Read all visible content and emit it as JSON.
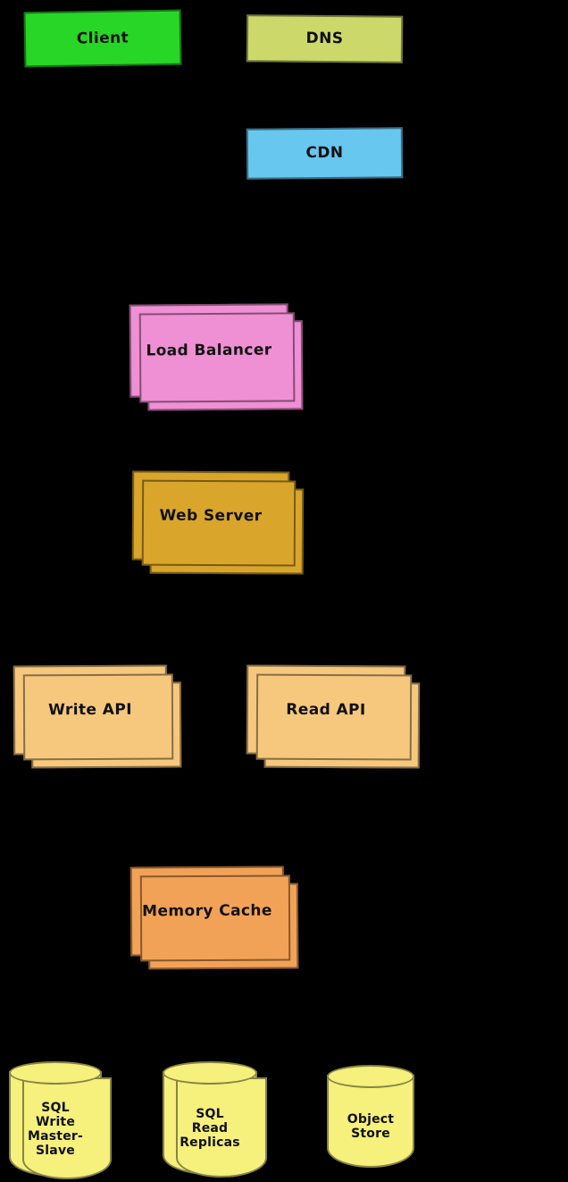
{
  "diagram": {
    "background": "#000000",
    "nodes": {
      "client": {
        "label": "Client",
        "color": "#28d628"
      },
      "dns": {
        "label": "DNS",
        "color": "#ccd96a"
      },
      "cdn": {
        "label": "CDN",
        "color": "#68c7ef"
      },
      "load_balancer": {
        "label": "Load Balancer",
        "color": "#ef8fd4"
      },
      "web_server": {
        "label": "Web Server",
        "color": "#d9a62b"
      },
      "write_api": {
        "label": "Write API",
        "color": "#f6c87e"
      },
      "read_api": {
        "label": "Read API",
        "color": "#f6c87e"
      },
      "memory_cache": {
        "label": "Memory Cache",
        "color": "#f2a256"
      },
      "sql_write_master_slave": {
        "label": "SQL\nWrite\nMaster-\nSlave",
        "color": "#f6f07c"
      },
      "sql_read_replicas": {
        "label": "SQL\nRead\nReplicas",
        "color": "#f6f07c"
      },
      "object_store": {
        "label": "Object\nStore",
        "color": "#f6f07c"
      }
    }
  }
}
